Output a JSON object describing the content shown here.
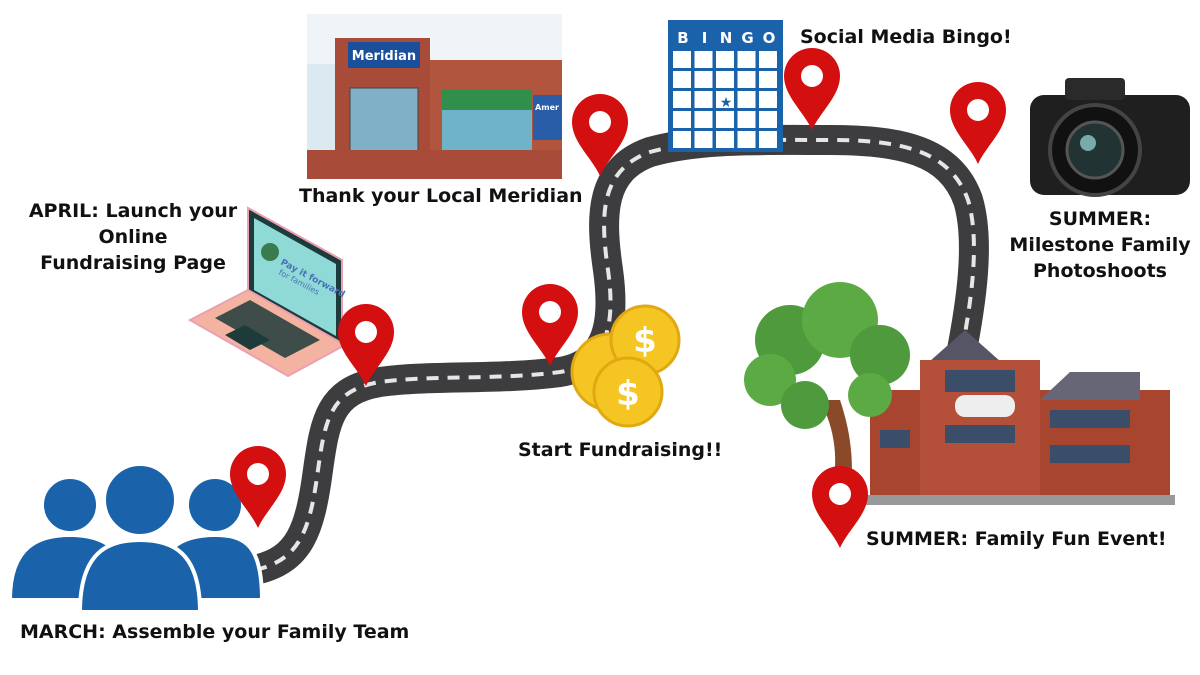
{
  "milestones": [
    {
      "id": "march",
      "label": "MARCH: Assemble your Family Team",
      "icon": "family-group-icon"
    },
    {
      "id": "april",
      "label_lines": [
        "APRIL: Launch your",
        "Online",
        "Fundraising Page"
      ],
      "icon": "laptop-icon"
    },
    {
      "id": "fundraising",
      "label": "Start Fundraising!!",
      "icon": "dollar-coins-icon"
    },
    {
      "id": "thank",
      "label": "Thank your Local Meridian",
      "icon": "storefront-icon"
    },
    {
      "id": "bingo",
      "label": "Social Media Bingo!",
      "icon": "bingo-card-icon"
    },
    {
      "id": "photoshoot",
      "label_lines": [
        "SUMMER:",
        "Milestone Family",
        "Photoshoots"
      ],
      "icon": "camera-icon"
    },
    {
      "id": "event",
      "label": "SUMMER: Family Fun Event!",
      "icon": "building-icon"
    }
  ],
  "storefront_sign": "Meridian",
  "laptop_screen_text": [
    "Pay it forward",
    "for families"
  ],
  "bingo_letters": [
    "B",
    "I",
    "N",
    "G",
    "O"
  ],
  "colors": {
    "road": "#3d3d3f",
    "pin": "#d30f10",
    "blue": "#1a62aa",
    "coin": "#f5c623"
  }
}
